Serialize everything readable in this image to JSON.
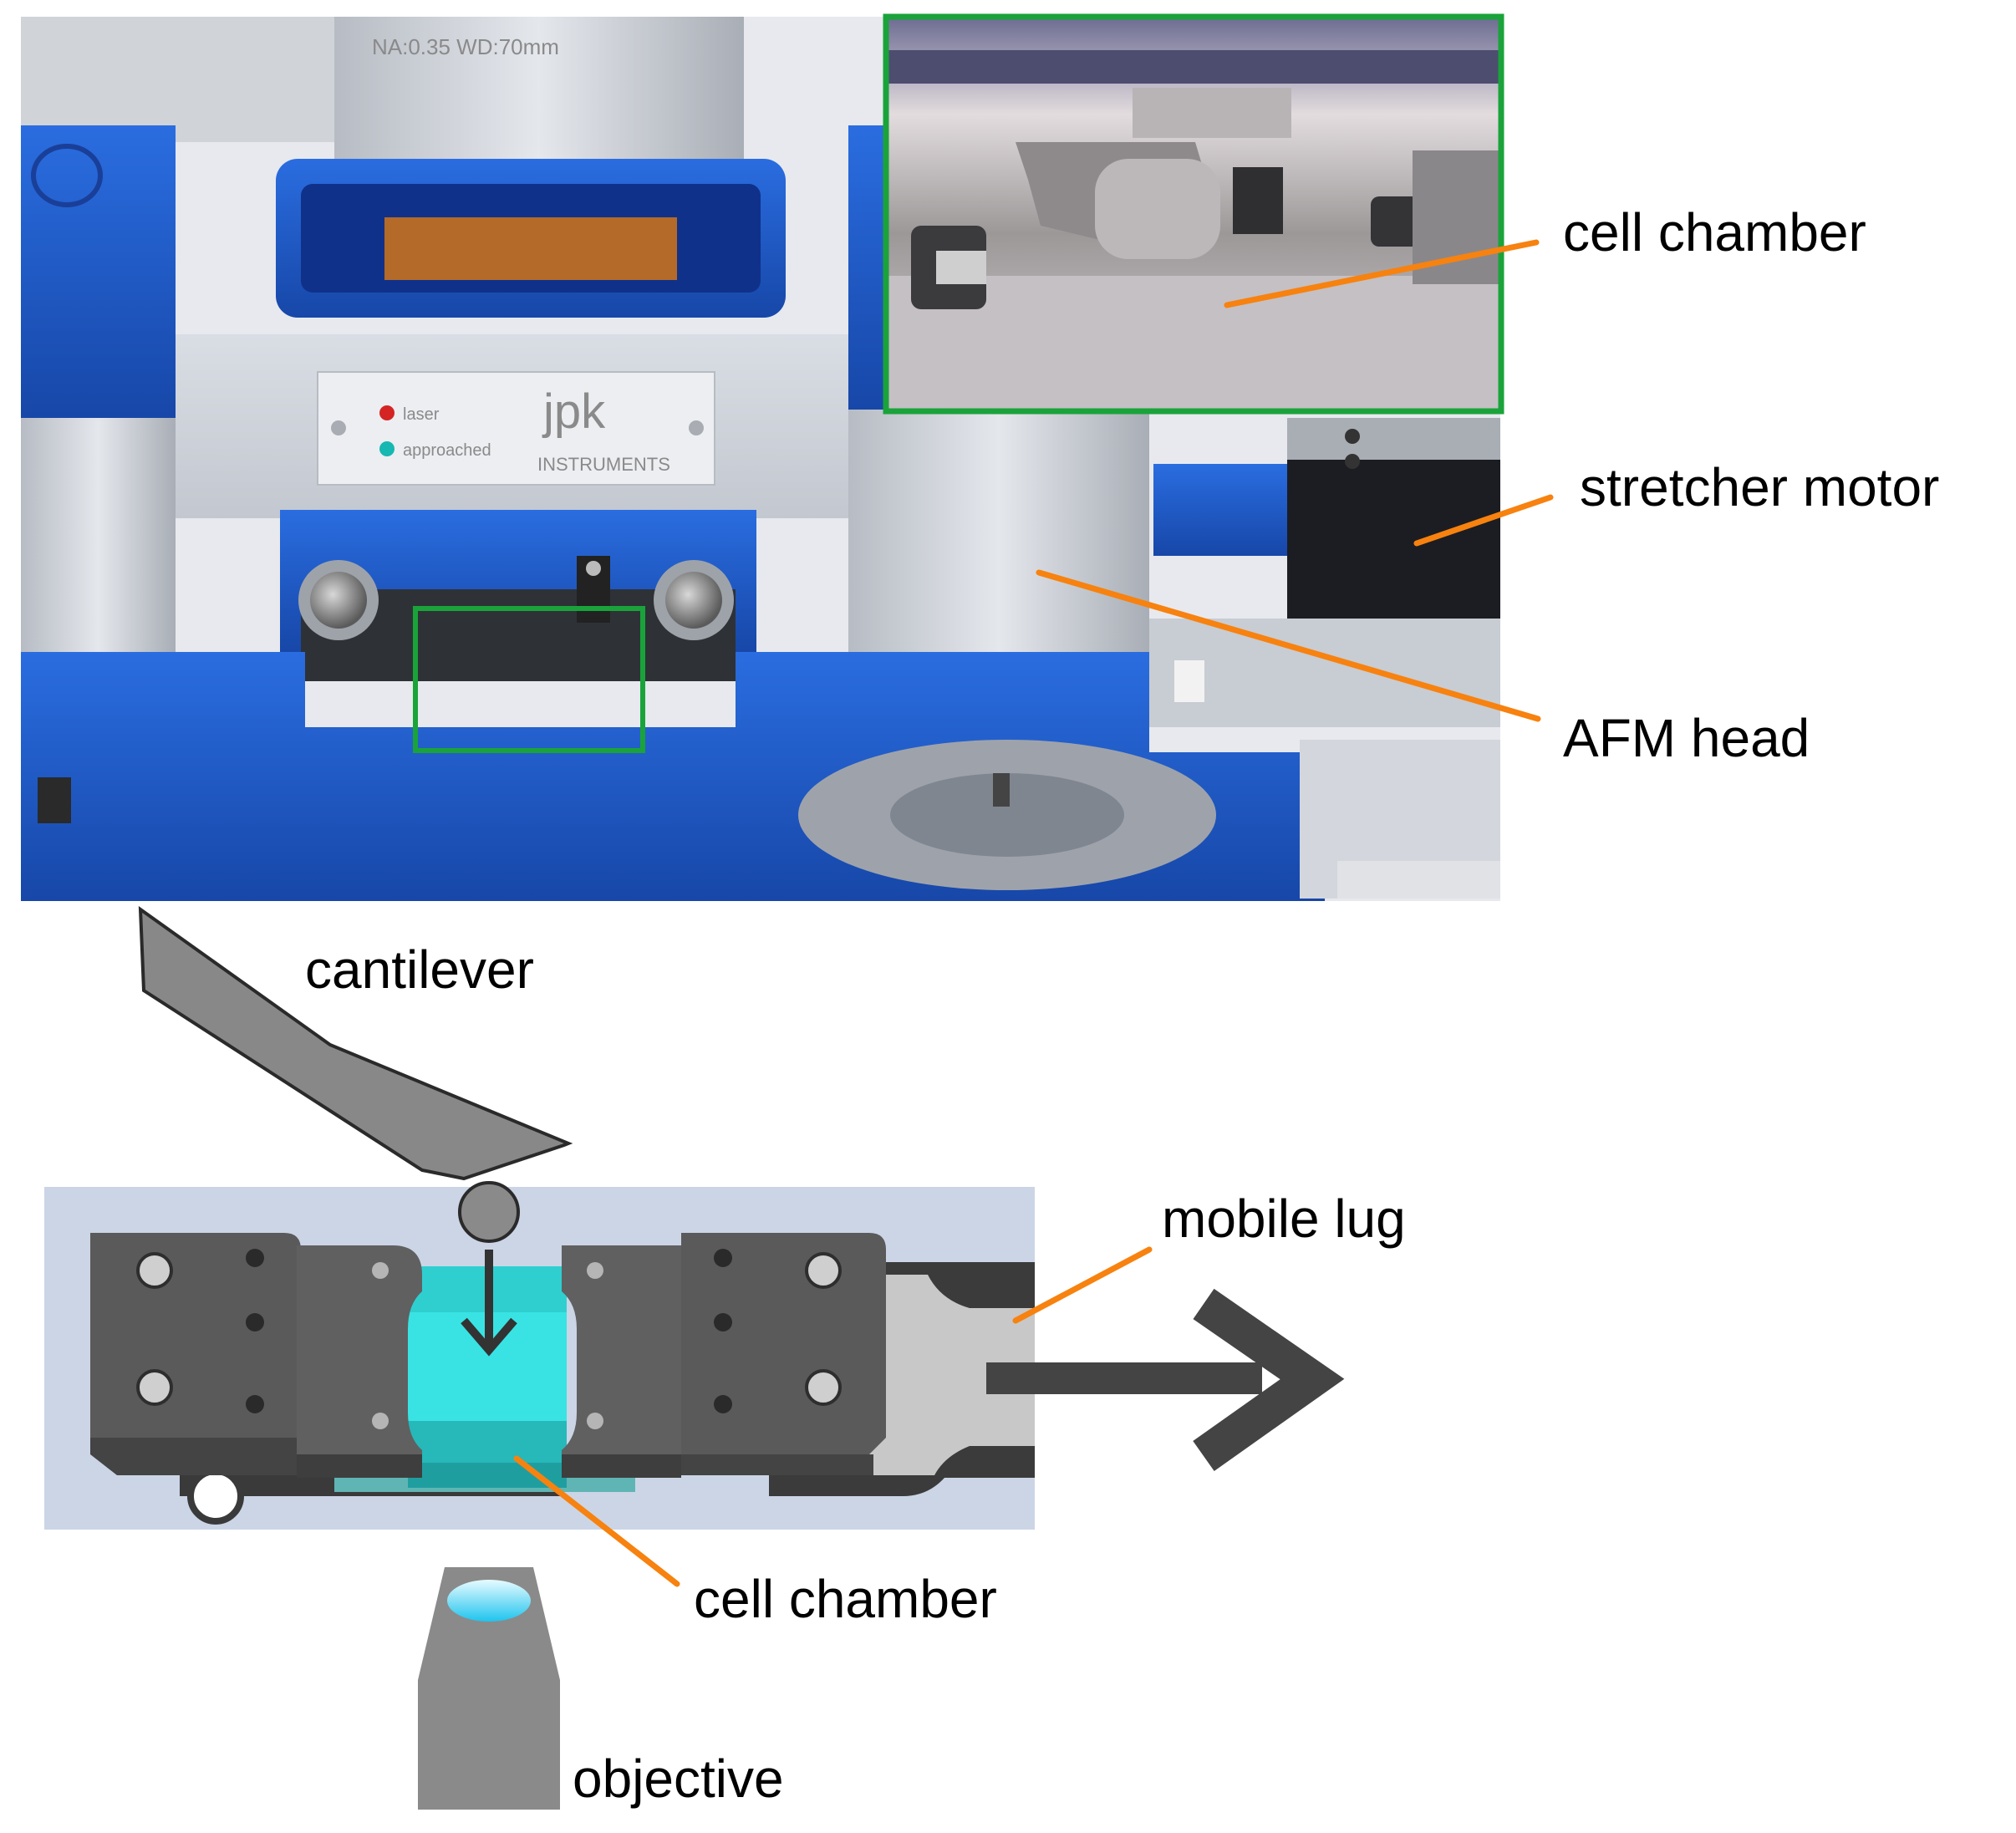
{
  "photo": {
    "objective_marking": "NA:0.35  WD:70mm",
    "panel_brand": "jpk",
    "panel_brand_sub": "INSTRUMENTS",
    "indicator_laser": "laser",
    "indicator_approached": "approached"
  },
  "labels": {
    "cell_chamber_top": "cell chamber",
    "stretcher_motor": "stretcher motor",
    "afm_head": "AFM head",
    "cantilever": "cantilever",
    "mobile_lug": "mobile lug",
    "cell_chamber_bottom": "cell chamber",
    "objective": "objective"
  },
  "colors": {
    "leader": "#f7820f",
    "inset_frame": "#1aa33a",
    "instrument_blue": "#1f5fcf",
    "chamber_fluid": "#33dede"
  }
}
